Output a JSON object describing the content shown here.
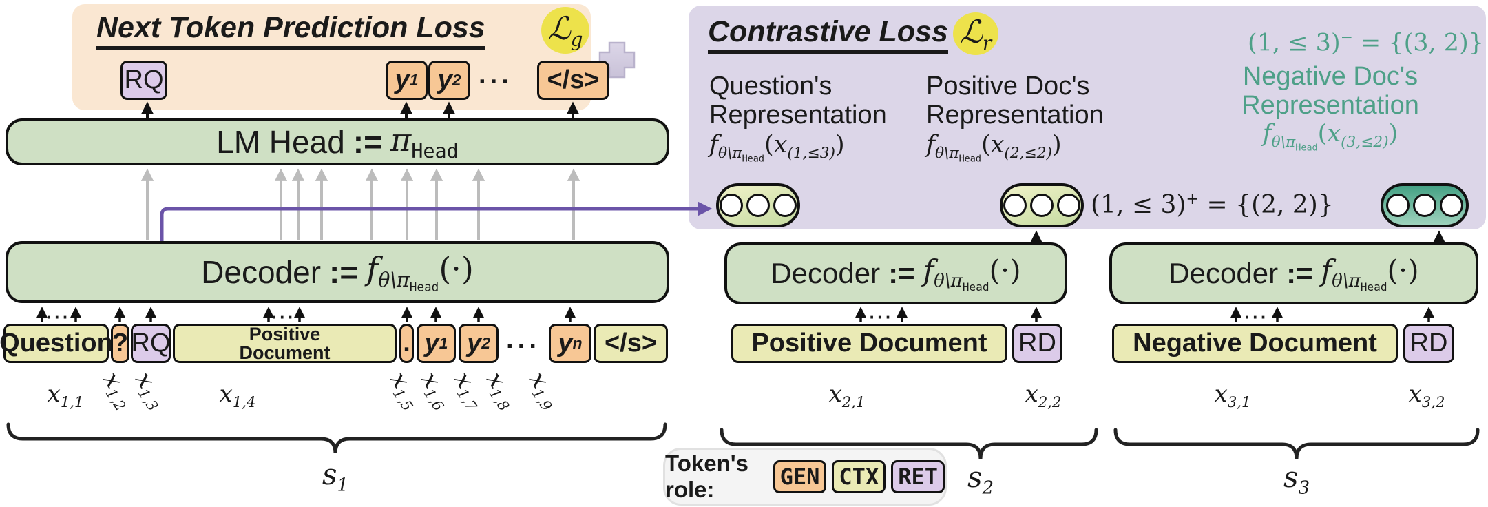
{
  "ntp_panel": {
    "title": "Next Token Prediction Loss",
    "loss_symbol": "ℒ",
    "loss_sub": "g",
    "tokens": {
      "rq": "RQ",
      "y1b": "y",
      "y1s": "1",
      "y2b": "y",
      "y2s": "2",
      "eos": "</s>"
    }
  },
  "contrastive_panel": {
    "title": "Contrastive Loss",
    "loss_symbol": "ℒ",
    "loss_sub": "r",
    "neg_eq": {
      "base": "(1, ≤ 3)",
      "sup": "−",
      "rhs": " = {(3, 2)}"
    },
    "pos_eq": {
      "base": "(1, ≤ 3)",
      "sup": "+",
      "rhs": " = {(2, 2)}"
    },
    "cols": [
      {
        "line1": "Question's",
        "line2": "Representation",
        "xsub": "(1,≤3)"
      },
      {
        "line1": "Positive Doc's",
        "line2": "Representation",
        "xsub": "(2,≤2)"
      },
      {
        "line1": "Negative Doc's",
        "line2": "Representation",
        "xsub": "(3,≤2)"
      }
    ]
  },
  "lm_head": {
    "name": "LM Head",
    "assign": ":=",
    "pi": "π",
    "pi_sub": "Head"
  },
  "decoder": {
    "name": "Decoder",
    "assign": ":=",
    "arg": "(·)"
  },
  "formula": {
    "f": "f",
    "sub_theta": "θ\\π",
    "sub_head": "Head"
  },
  "rows": {
    "s1": {
      "question": "Question",
      "qmark": "?",
      "rq": "RQ",
      "pd_line1": "Positive",
      "pd_line2": "Document",
      "period": ".",
      "y1b": "y",
      "y1s": "1",
      "y2b": "y",
      "y2s": "2",
      "ynb": "y",
      "yns": "n",
      "eos": "</s>"
    },
    "s2": {
      "doc": "Positive Document",
      "rd": "RD"
    },
    "s3": {
      "doc": "Negative Document",
      "rd": "RD"
    }
  },
  "xlabels": {
    "var": "x",
    "s1": [
      "1,1",
      "1,2",
      "1,3",
      "1,4",
      "1,5",
      "1,6",
      "1,7",
      "1,8",
      "1,9"
    ],
    "s2": [
      "2,1",
      "2,2"
    ],
    "s3": [
      "3,1",
      "3,2"
    ]
  },
  "seq": {
    "var": "s",
    "subs": [
      "1",
      "2",
      "3"
    ]
  },
  "legend": {
    "label": "Token's role:",
    "gen": "GEN",
    "ctx": "CTX",
    "ret": "RET"
  },
  "misc": {
    "dots": "···",
    "open": "(",
    "close": ")",
    "x": "x",
    "plus_icon": "+"
  },
  "colors": {
    "gen": "#f7c795",
    "ctx": "#eaeab5",
    "ret": "#dccbe9",
    "ntp_bg": "#fae7d2",
    "contrastive_bg": "#dcd6e8",
    "box_green": "#cfe0c4",
    "teal": "#4ea088",
    "purple_arrow": "#6b54a8",
    "loss_highlight": "#ede24b"
  }
}
